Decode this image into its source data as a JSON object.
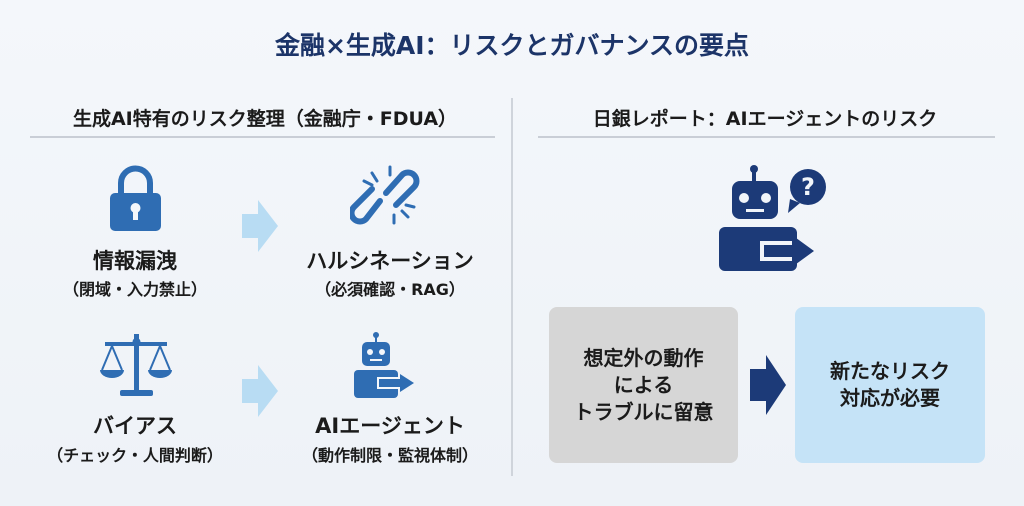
{
  "title": "金融×生成AI：リスクとガバナンスの要点",
  "left": {
    "heading": "生成AI特有のリスク整理（金融庁・FDUA）",
    "items": [
      {
        "label": "情報漏洩",
        "sub": "（閉域・入力禁止）",
        "icon": "lock-icon"
      },
      {
        "label": "ハルシネーション",
        "sub": "（必須確認・RAG）",
        "icon": "broken-link-icon"
      },
      {
        "label": "バイアス",
        "sub": "（チェック・人間判断）",
        "icon": "scales-icon"
      },
      {
        "label": "AIエージェント",
        "sub": "（動作制限・監視体制）",
        "icon": "robot-arrow-icon"
      }
    ]
  },
  "right": {
    "heading": "日銀レポート：AIエージェントのリスク",
    "box1": "想定外の動作\nによる\nトラブルに留意",
    "box2": "新たなリスク\n対応が必要"
  },
  "colors": {
    "navy": "#1c3a78",
    "icon_blue": "#2f6db3",
    "light_arrow": "#b8dcf3",
    "gray_box": "#d6d6d6",
    "blue_box": "#c5e3f7"
  }
}
